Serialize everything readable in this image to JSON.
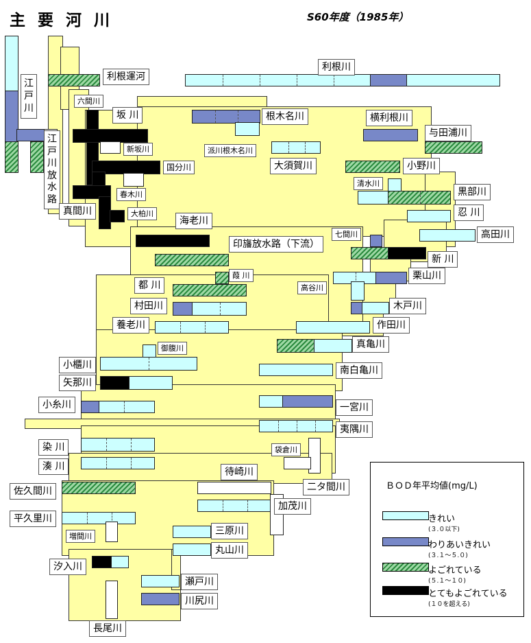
{
  "title": "主 要 河 川",
  "year": "S60年度（1985年）",
  "colors": {
    "land": "#ffffa5",
    "clean": "#ccffff",
    "fairly_clean": "#7888c8",
    "dirty": "#2a8a3e",
    "very_dirty": "#000000"
  },
  "rivers": {
    "edogawa": "江戸川",
    "edogawa_hosuiro": "江戸川放水路",
    "tone_unga": "利根運河",
    "tonegawa": "利根川",
    "rokkengawa": "六間川",
    "sakagawa": "坂 川",
    "nekinagawa": "根木名川",
    "yokotonegawa": "横利根川",
    "yodauragawa": "与田浦川",
    "shinsakagawa": "新坂川",
    "hasenekinagawa": "派川根木名川",
    "kokubungawa": "国分川",
    "osugagawa": "大須賀川",
    "onogawa": "小野川",
    "harukigawa": "春木川",
    "shimizugawa": "清水川",
    "kurobegawa": "黒部川",
    "mamagawa": "真間川",
    "ookashiwagawa": "大柏川",
    "ebigawa": "海老川",
    "oshigawa": "忍 川",
    "shichikengawa": "七間川",
    "takadagawa": "高田川",
    "inba_hosuiro": "印旛放水路（下流）",
    "shinkawa": "新 川",
    "ashigawa": "葭 川",
    "miyakogawa": "都 川",
    "kuriyamagawa": "栗山川",
    "takayagawa": "高谷川",
    "muratagawa": "村田川",
    "kidogawa": "木戸川",
    "yororogawa": "養老川",
    "sakutagawa": "作田川",
    "onbaragawa": "御腹川",
    "makamegawa": "真亀川",
    "obitsugawa": "小櫃川",
    "minamishirakamegawa": "南白亀川",
    "yanagawa": "矢那川",
    "koitogawa": "小糸川",
    "ichinomiyagawa": "一宮川",
    "isumigawa": "夷隅川",
    "somegawa": "染 川",
    "fukurokuragawa": "袋倉川",
    "minatogawa": "湊 川",
    "machizakigawa": "待崎川",
    "sakumagawa": "佐久間川",
    "nitamagawa": "二タ間川",
    "kamogawa": "加茂川",
    "heikurigawa": "平久里川",
    "zomagawa": "増間川",
    "miharagawa": "三原川",
    "maruyamagawa": "丸山川",
    "shiirigawa": "汐入川",
    "setogawa": "瀬戸川",
    "kawajirigawa": "川尻川",
    "nagaogawa": "長尾川"
  },
  "legend": {
    "title": "ＢＯＤ年平均値(mg/L)",
    "items": [
      {
        "label": "きれい",
        "range": "(３.０以下)"
      },
      {
        "label": "わりあいきれい",
        "range": "(３.１～５.０)"
      },
      {
        "label": "よごれている",
        "range": "(５.１～１０)"
      },
      {
        "label": "とてもよごれている",
        "range": "(１０を超える)"
      }
    ]
  }
}
